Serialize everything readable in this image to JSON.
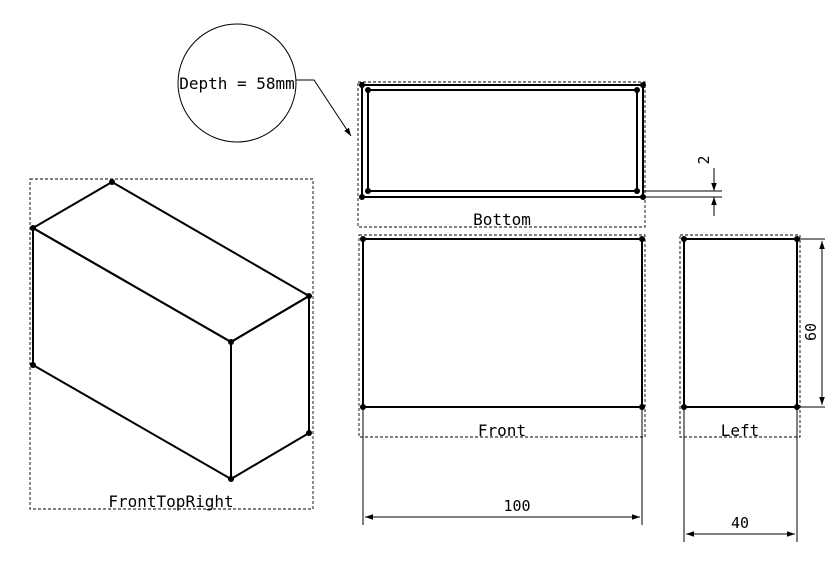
{
  "callout": {
    "text": "Depth = 58mm"
  },
  "views": {
    "bottom": {
      "label": "Bottom"
    },
    "front": {
      "label": "Front"
    },
    "left": {
      "label": "Left"
    },
    "iso": {
      "label": "FrontTopRight"
    }
  },
  "dimensions": {
    "wall": "2",
    "width": "100",
    "height": "60",
    "depth": "40"
  }
}
